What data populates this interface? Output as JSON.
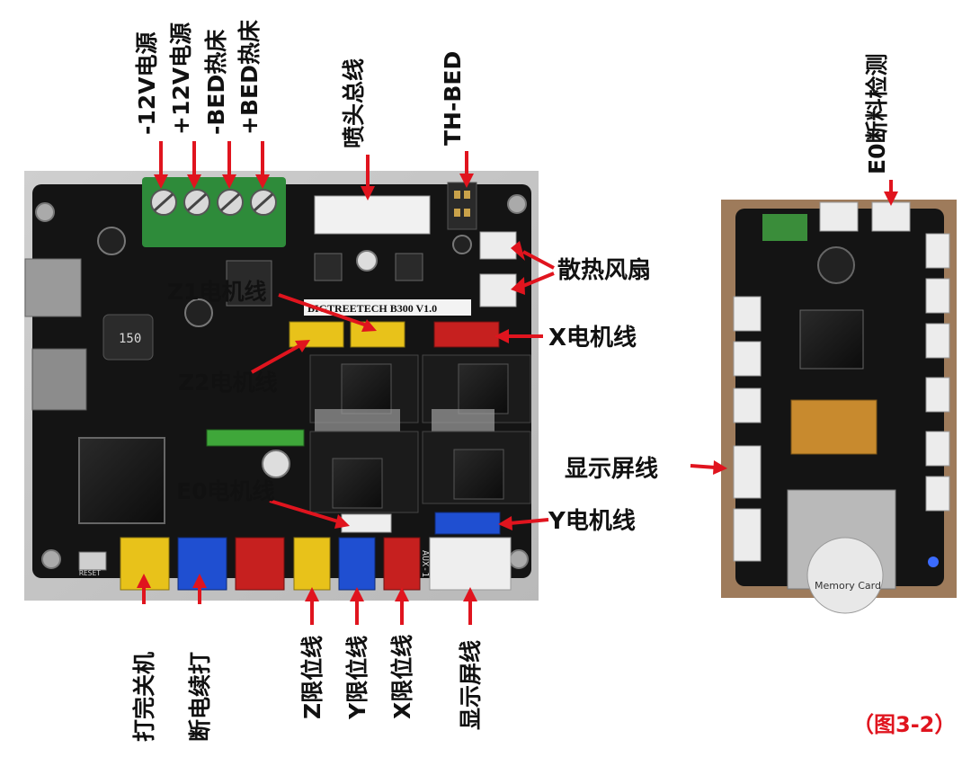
{
  "labels": {
    "neg12v": "-12V电源",
    "pos12v": "+12V电源",
    "neg_bed": "-BED热床",
    "pos_bed": "+BED热床",
    "nozzle_bus": "喷头总线",
    "th_bed": "TH-BED",
    "cooling_fan": "散热风扇",
    "z1_motor": "Z1电机线",
    "x_motor": "X电机线",
    "z2_motor": "Z2电机线",
    "e0_motor": "E0电机线",
    "y_motor": "Y电机线",
    "display_cable_left": "显示屏线",
    "print_shutdown": "打完关机",
    "power_loss_resume": "断电续打",
    "z_limit": "Z限位线",
    "y_limit": "Y限位线",
    "x_limit": "X限位线",
    "display_cable_bottom": "显示屏线",
    "e0_filament_detect": "E0断料检测",
    "figure_ref": "（图3-2）"
  },
  "board": {
    "silkscreen": "BIGTREETECH B300 V1.0",
    "reset_label": "RESET",
    "aux_label": "AUX-1",
    "cap_label": "150"
  },
  "panel": {
    "card_label": "Memory Card"
  },
  "colors": {
    "arrow": "#e0141e",
    "board": "#141414",
    "terminal_green": "#2e8b3a",
    "conn_yellow": "#e8c21a",
    "conn_blue": "#1f4fd1",
    "conn_red": "#c6201f",
    "conn_white": "#eeeeee"
  }
}
